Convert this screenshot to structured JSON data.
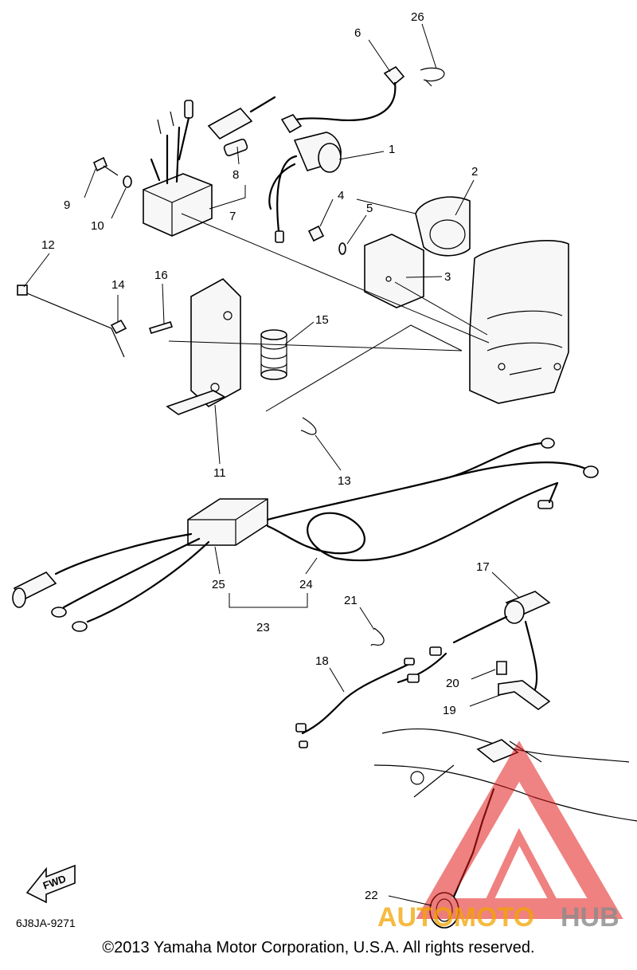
{
  "callouts": [
    {
      "id": "c1",
      "label": "1"
    },
    {
      "id": "c2",
      "label": "2"
    },
    {
      "id": "c3",
      "label": "3"
    },
    {
      "id": "c4",
      "label": "4"
    },
    {
      "id": "c5",
      "label": "5"
    },
    {
      "id": "c6",
      "label": "6"
    },
    {
      "id": "c7",
      "label": "7"
    },
    {
      "id": "c8",
      "label": "8"
    },
    {
      "id": "c9",
      "label": "9"
    },
    {
      "id": "c10",
      "label": "10"
    },
    {
      "id": "c11",
      "label": "11"
    },
    {
      "id": "c12",
      "label": "12"
    },
    {
      "id": "c13",
      "label": "13"
    },
    {
      "id": "c14",
      "label": "14"
    },
    {
      "id": "c15",
      "label": "15"
    },
    {
      "id": "c16",
      "label": "16"
    },
    {
      "id": "c17",
      "label": "17"
    },
    {
      "id": "c18",
      "label": "18"
    },
    {
      "id": "c19",
      "label": "19"
    },
    {
      "id": "c20",
      "label": "20"
    },
    {
      "id": "c21",
      "label": "21"
    },
    {
      "id": "c22",
      "label": "22"
    },
    {
      "id": "c23",
      "label": "23"
    },
    {
      "id": "c24",
      "label": "24"
    },
    {
      "id": "c25",
      "label": "25"
    },
    {
      "id": "c26",
      "label": "26"
    }
  ],
  "fwd_label": "FWD",
  "diagram_code": "6J8JA-9271",
  "copyright": "©2013 Yamaha Motor Corporation, U.S.A. All rights reserved.",
  "watermark": {
    "part1": "AUTOMOTO",
    "part2": "HUB"
  },
  "colors": {
    "watermark_red": "#e21b1b",
    "watermark_orange": "#f2a400",
    "watermark_gray": "#8a8a8a"
  }
}
